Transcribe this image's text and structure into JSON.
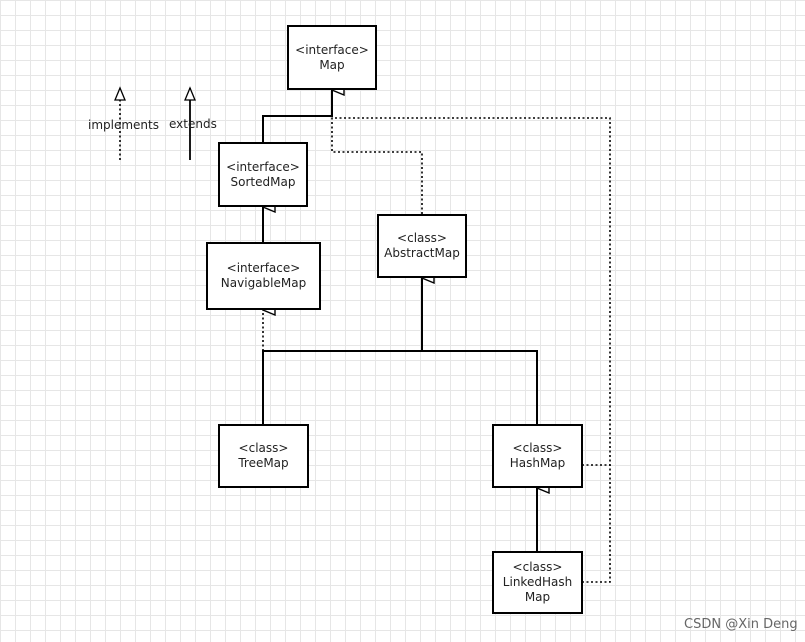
{
  "legend": {
    "implements_label": "implements",
    "extends_label": "extends"
  },
  "nodes": {
    "map": {
      "stereotype": "<interface>",
      "name": "Map"
    },
    "sortedmap": {
      "stereotype": "<interface>",
      "name": "SortedMap"
    },
    "navigablemap": {
      "stereotype": "<interface>",
      "name": "NavigableMap"
    },
    "abstractmap": {
      "stereotype": "<class>",
      "name": "AbstractMap"
    },
    "treemap": {
      "stereotype": "<class>",
      "name": "TreeMap"
    },
    "hashmap": {
      "stereotype": "<class>",
      "name": "HashMap"
    },
    "linkedhashmap": {
      "stereotype": "<class>",
      "name_line1": "LinkedHash",
      "name_line2": "Map"
    }
  },
  "relations": [
    {
      "from": "sortedmap",
      "to": "map",
      "kind": "extends"
    },
    {
      "from": "abstractmap",
      "to": "map",
      "kind": "implements"
    },
    {
      "from": "hashmap",
      "to": "map",
      "kind": "implements"
    },
    {
      "from": "linkedhashmap",
      "to": "map",
      "kind": "implements"
    },
    {
      "from": "navigablemap",
      "to": "sortedmap",
      "kind": "extends"
    },
    {
      "from": "treemap",
      "to": "navigablemap",
      "kind": "implements"
    },
    {
      "from": "treemap",
      "to": "abstractmap",
      "kind": "extends"
    },
    {
      "from": "hashmap",
      "to": "abstractmap",
      "kind": "extends"
    },
    {
      "from": "linkedhashmap",
      "to": "hashmap",
      "kind": "extends"
    }
  ],
  "watermark": "CSDN @Xin Deng"
}
